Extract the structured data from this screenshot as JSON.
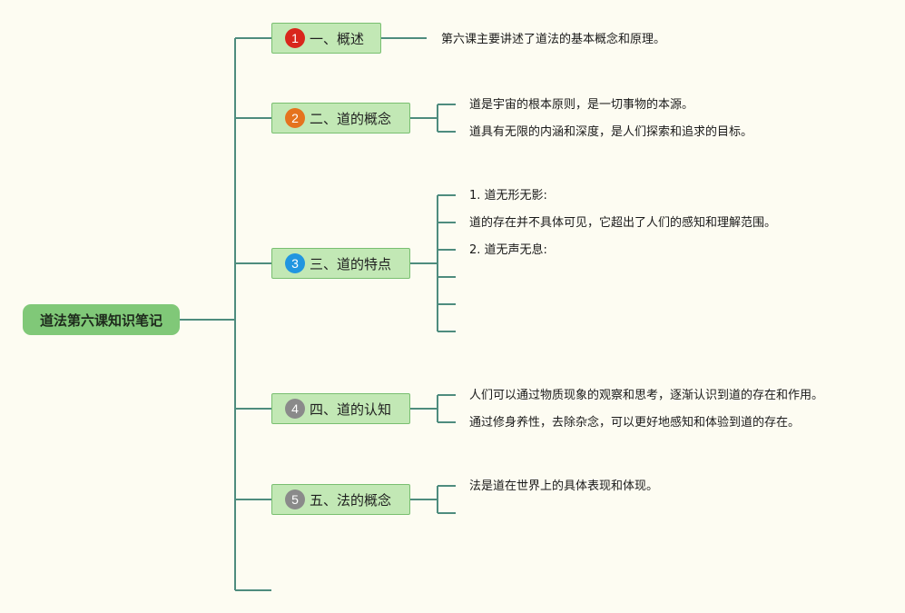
{
  "root": {
    "label": "道法第六课知识笔记"
  },
  "topics": [
    {
      "number": "1",
      "label": "一、概述",
      "badge_color": "#d9261c",
      "leaves": [
        "第六课主要讲述了道法的基本概念和原理。"
      ]
    },
    {
      "number": "2",
      "label": "二、道的概念",
      "badge_color": "#e5731e",
      "leaves": [
        "道是宇宙的根本原则，是一切事物的本源。",
        "道具有无限的内涵和深度，是人们探索和追求的目标。"
      ]
    },
    {
      "number": "3",
      "label": "三、道的特点",
      "badge_color": "#2196e0",
      "leaves": [
        "1. 道无形无影:",
        "道的存在并不具体可见，它超出了人们的感知和理解范围。",
        "2. 道无声无息:",
        "",
        "",
        ""
      ]
    },
    {
      "number": "4",
      "label": "四、道的认知",
      "badge_color": "#8a8a8a",
      "leaves": [
        "人们可以通过物质现象的观察和思考，逐渐认识到道的存在和作用。",
        "通过修身养性，去除杂念，可以更好地感知和体验到道的存在。"
      ]
    },
    {
      "number": "5",
      "label": "五、法的概念",
      "badge_color": "#8a8a8a",
      "leaves": [
        "法是道在世界上的具体表现和体现。",
        ""
      ]
    }
  ],
  "colors": {
    "line": "#4e8c7e",
    "root_fill": "#80c878",
    "topic_fill": "#c2e8b5",
    "topic_border": "#79bf70"
  }
}
